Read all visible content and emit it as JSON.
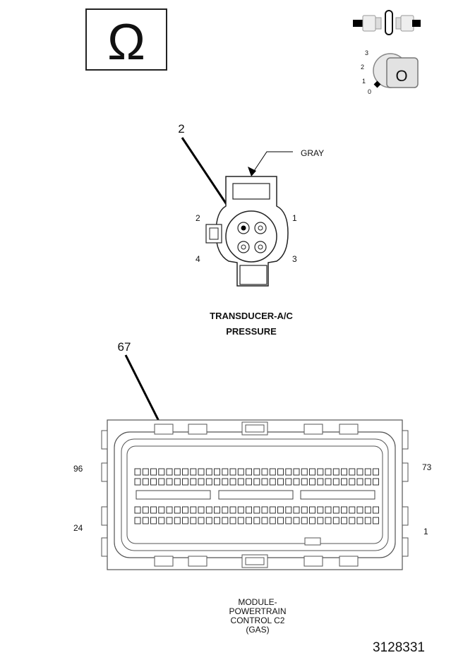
{
  "ohm_symbol": "Ω",
  "ignition": {
    "positions": [
      "3",
      "2",
      "1",
      "0"
    ],
    "key_letter": "O"
  },
  "transducer": {
    "callout": "2",
    "wire_color": "GRAY",
    "pins": [
      "1",
      "2",
      "3",
      "4"
    ],
    "title_line1": "TRANSDUCER-A/C",
    "title_line2": "PRESSURE"
  },
  "pcm": {
    "callout": "67",
    "pins": {
      "top_left": "96",
      "bottom_left": "24",
      "top_right": "73",
      "bottom_right": "1"
    },
    "title_lines": [
      "MODULE-",
      "POWERTRAIN",
      "CONTROL C2",
      "(GAS)"
    ]
  },
  "figure_number": "3128331"
}
